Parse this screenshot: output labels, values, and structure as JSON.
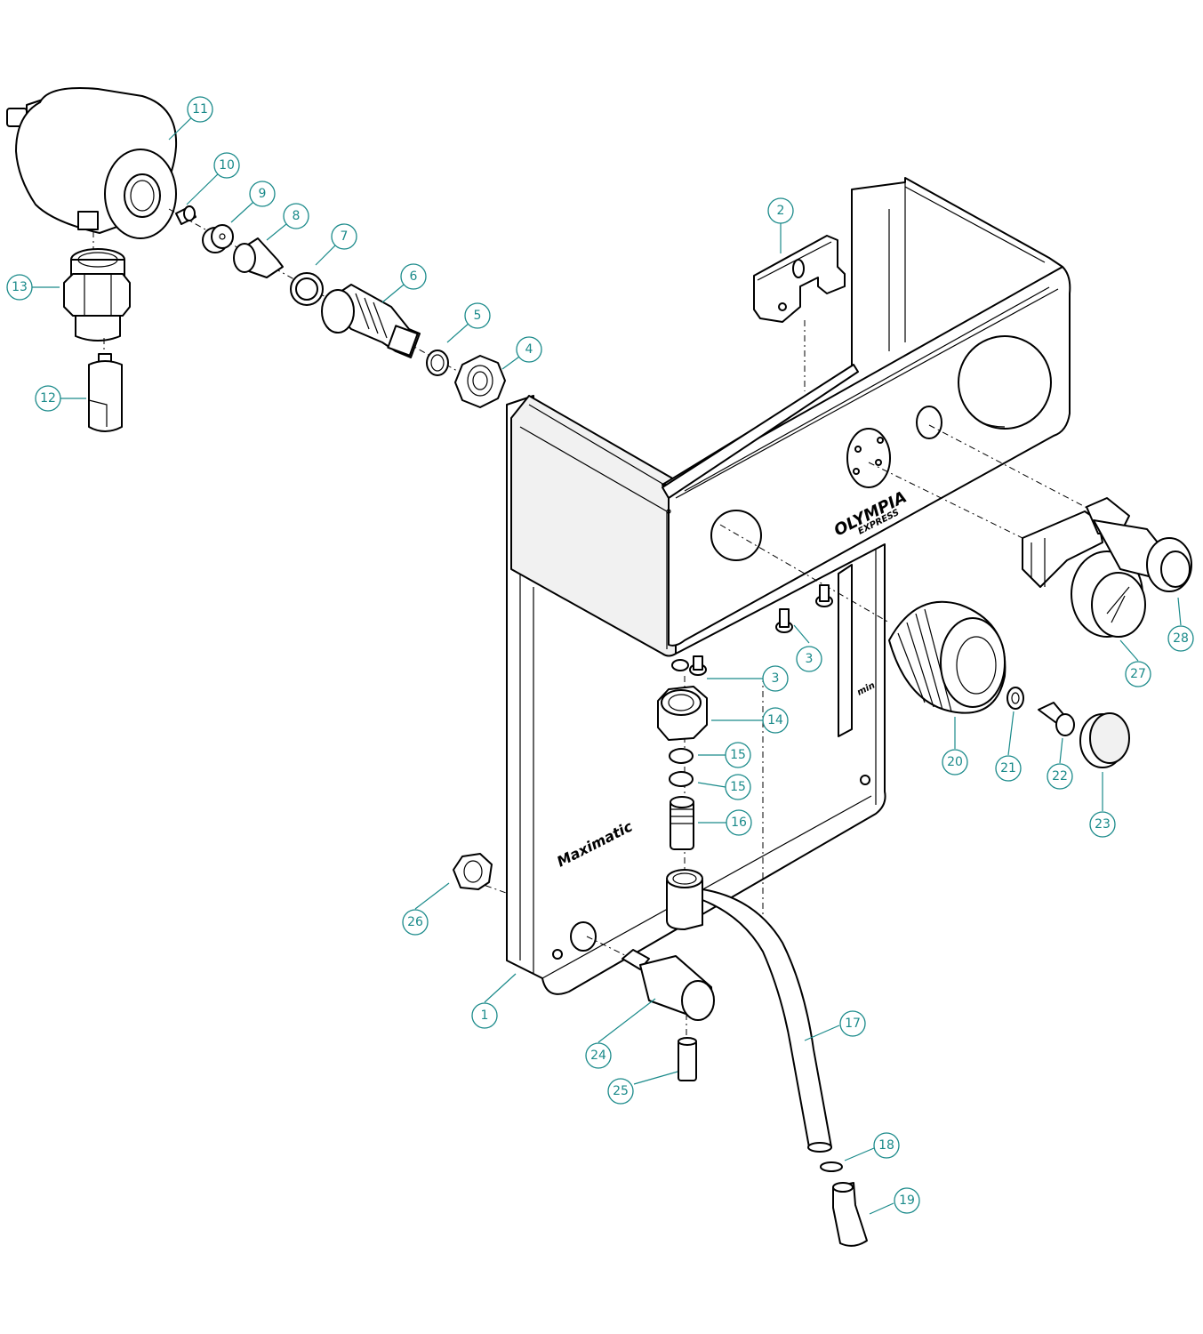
{
  "diagram": {
    "part_labels": {
      "l1": "1",
      "l2": "2",
      "l3a": "3",
      "l3b": "3",
      "l4": "4",
      "l5": "5",
      "l6": "6",
      "l7": "7",
      "l8": "8",
      "l9": "9",
      "l10": "10",
      "l11": "11",
      "l12": "12",
      "l13": "13",
      "l14": "14",
      "l15a": "15",
      "l15b": "15",
      "l16": "16",
      "l17": "17",
      "l18": "18",
      "l19": "19",
      "l20": "20",
      "l21": "21",
      "l22": "22",
      "l23": "23",
      "l24": "24",
      "l25": "25",
      "l26": "26",
      "l27": "27",
      "l28": "28"
    },
    "panel_texts": {
      "brand": "OLYMPIA",
      "brand_sub": "EXPRESS",
      "model": "Maximatic",
      "scale": "min"
    },
    "colors": {
      "callout": "#1a8a8a",
      "line": "#000000"
    }
  }
}
